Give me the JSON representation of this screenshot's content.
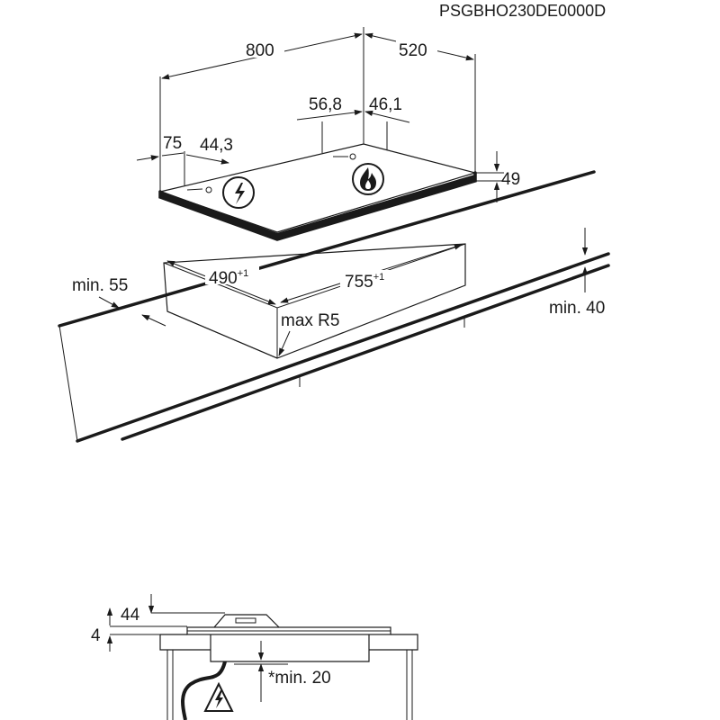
{
  "drawing_code": "PSGBHO230DE0000D",
  "hob": {
    "width": "800",
    "depth": "520",
    "height": "49",
    "offset_left_x": "75",
    "offset_left_y": "44,3",
    "offset_gas_x": "56,8",
    "offset_gas_y": "46,1"
  },
  "cutout": {
    "depth": "490",
    "depth_tolerance": "+1",
    "width": "755",
    "width_tolerance": "+1",
    "corner_radius": "max R5",
    "min_distance_front": "min. 55",
    "min_distance_wall": "min. 40"
  },
  "section": {
    "top_height": "44",
    "plate_thickness": "4",
    "min_below": "*min. 20"
  },
  "icons": {
    "electric": "lightning-icon",
    "gas": "flame-icon",
    "warning": "warning-triangle-icon"
  }
}
